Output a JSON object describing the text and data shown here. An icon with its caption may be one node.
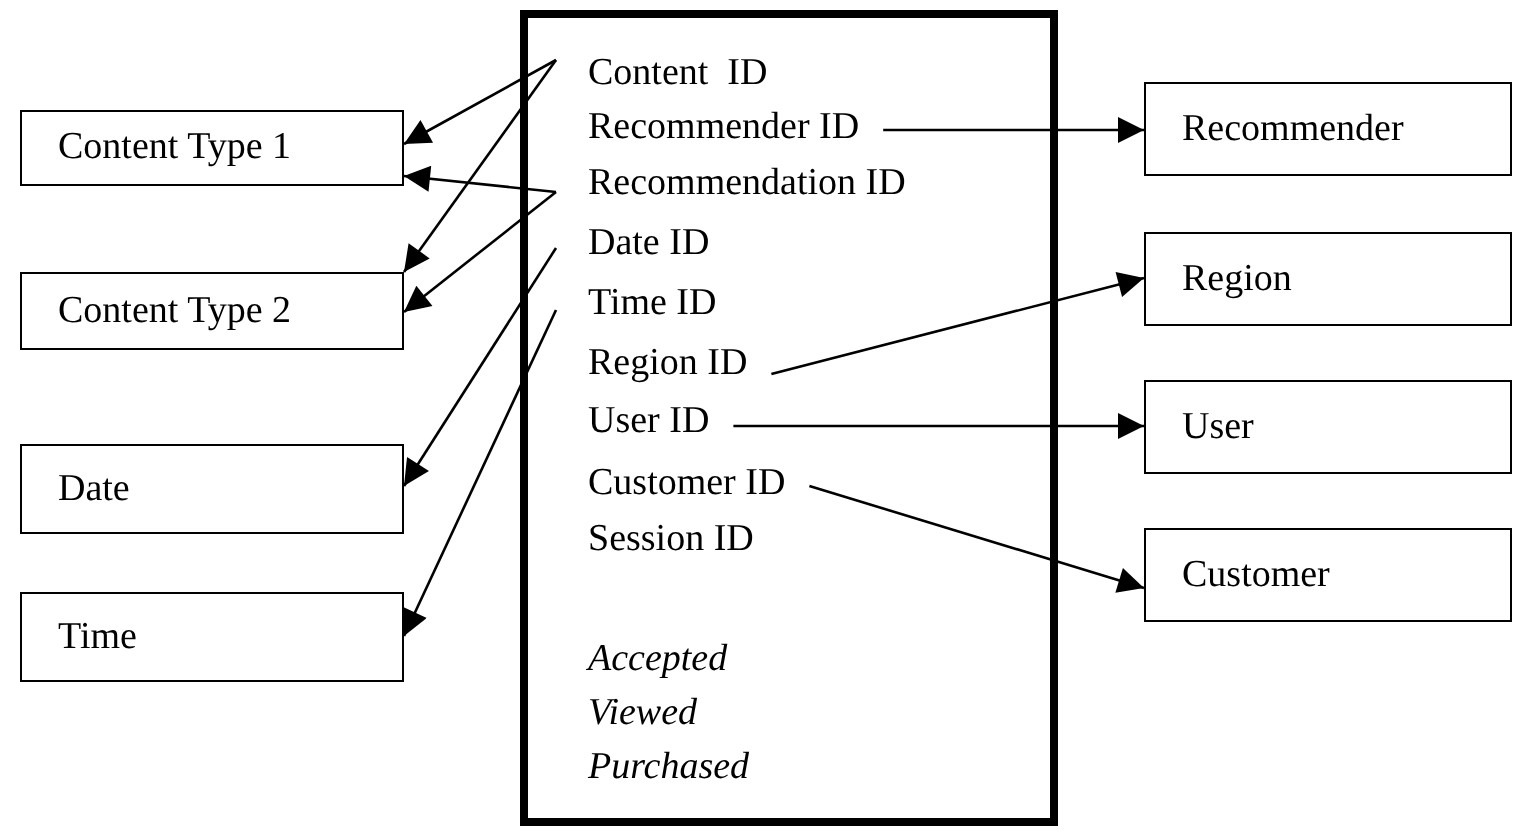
{
  "diagram": {
    "nodes": [
      {
        "text": [
          "Accepted",
          "Viewed",
          "Purchased"
        ]
      },
      {
        "text": [
          "Content  ID"
        ],
        "in": 0
      },
      {
        "text": [
          "Recommender ID"
        ],
        "in": 0
      },
      {
        "text": [
          "Recommendation ID"
        ],
        "in": 0
      },
      {
        "text": [
          "Date ID"
        ],
        "in": 0
      },
      {
        "text": [
          "Time ID"
        ],
        "in": 0
      },
      {
        "text": [
          "Region ID"
        ],
        "in": 0
      },
      {
        "text": [
          "User ID"
        ],
        "in": 0
      },
      {
        "text": [
          "Customer ID"
        ],
        "in": 0
      },
      {
        "text": [
          "Session ID"
        ],
        "in": 0
      },
      {
        "text": [
          "Content Type 1"
        ]
      },
      {
        "text": [
          "Content Type 2"
        ]
      },
      {
        "text": [
          "Date"
        ]
      },
      {
        "text": [
          "Time"
        ]
      },
      {
        "text": [
          "Recommender"
        ]
      },
      {
        "text": [
          "Region"
        ]
      },
      {
        "text": [
          "User"
        ]
      },
      {
        "text": [
          "Customer"
        ]
      }
    ],
    "edges": [
      {
        "from": 1,
        "to": 10,
        "arrow": "to"
      },
      {
        "from": 1,
        "to": 11,
        "arrow": "to"
      },
      {
        "from": 3,
        "to": 10,
        "arrow": "to"
      },
      {
        "from": 3,
        "to": 11,
        "arrow": "to"
      },
      {
        "from": 4,
        "to": 12,
        "arrow": "to"
      },
      {
        "from": 5,
        "to": 13,
        "arrow": "to"
      },
      {
        "from": 2,
        "to": 14,
        "arrow": "to"
      },
      {
        "from": 6,
        "to": 15,
        "arrow": "to"
      },
      {
        "from": 7,
        "to": 16,
        "arrow": "to"
      },
      {
        "from": 8,
        "to": 17,
        "arrow": "to"
      }
    ]
  }
}
